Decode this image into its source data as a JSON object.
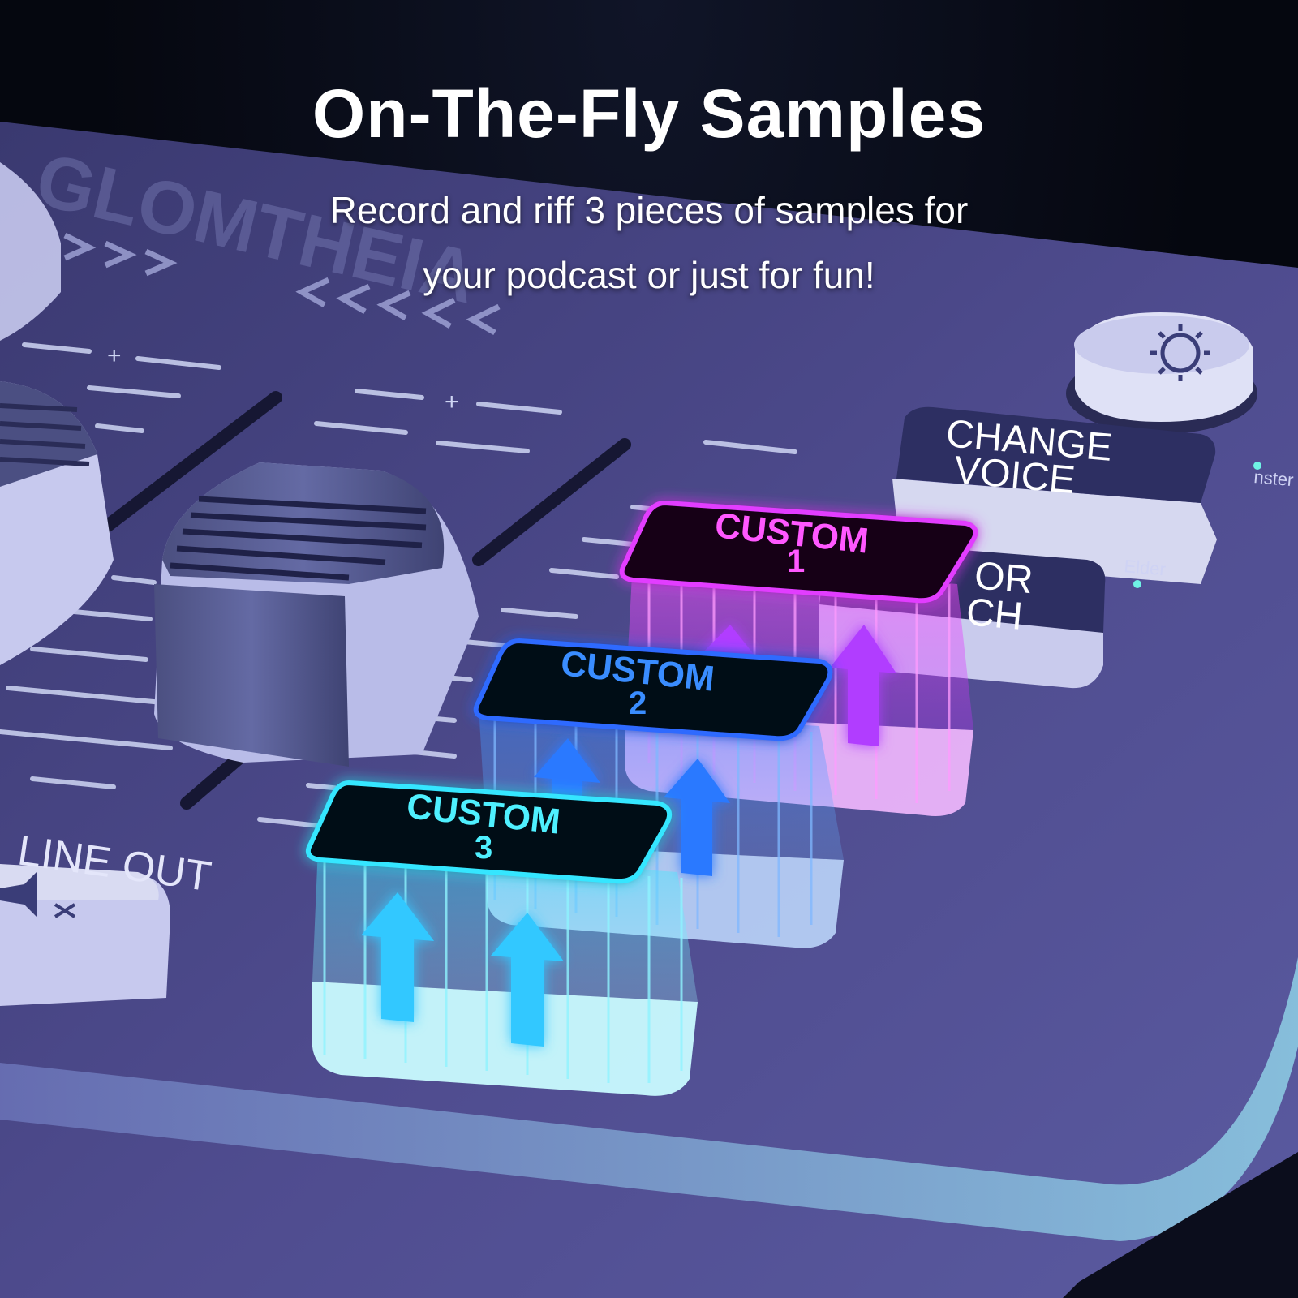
{
  "header": {
    "title": "On-The-Fly Samples",
    "subtitle_line1": "Record and riff 3 pieces of  samples for",
    "subtitle_line2": "your podcast or just for fun!"
  },
  "device": {
    "brand": "GLOMTHEIA",
    "buttons": {
      "change_voice_line1": "CHANGE",
      "change_voice_line2": "VOICE",
      "monitor_switch_partial_1": "OR",
      "monitor_switch_partial_2": "CH",
      "line_out": "LINE OUT"
    },
    "custom_buttons": [
      {
        "label": "CUSTOM",
        "number": "1",
        "color": "#e23cff"
      },
      {
        "label": "CUSTOM",
        "number": "2",
        "color": "#2f7bff"
      },
      {
        "label": "CUSTOM",
        "number": "3",
        "color": "#35e6ff"
      }
    ],
    "voice_labels": {
      "monster": "nster",
      "elder": "Elder"
    },
    "slider_marks": [
      "+",
      "+"
    ]
  },
  "colors": {
    "background": "#05070f",
    "device_surface": "#4e4c8c",
    "custom1": "#e23cff",
    "custom2": "#2f7bff",
    "custom3": "#35e6ff"
  },
  "icons": [
    "brightness-icon",
    "mute-icon",
    "up-arrow-icon"
  ]
}
